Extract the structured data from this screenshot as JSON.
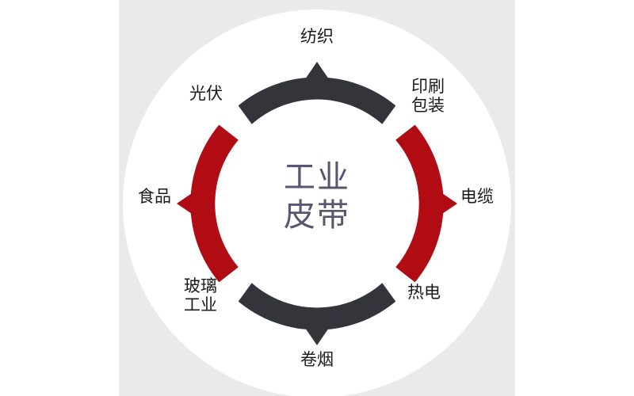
{
  "center": {
    "title_line1": "工业",
    "title_line2": "皮带"
  },
  "labels": {
    "top": "纺织",
    "upper_right": "印刷\n包装",
    "right": "电缆",
    "lower_right": "热电",
    "bottom": "卷烟",
    "lower_left": "玻璃\n工业",
    "left": "食品",
    "upper_left": "光伏"
  },
  "colors": {
    "dark_segment": "#34353a",
    "red_segment": "#b10c13",
    "circle_fill": "#ffffff",
    "panel_bg": "#eaeaea"
  }
}
